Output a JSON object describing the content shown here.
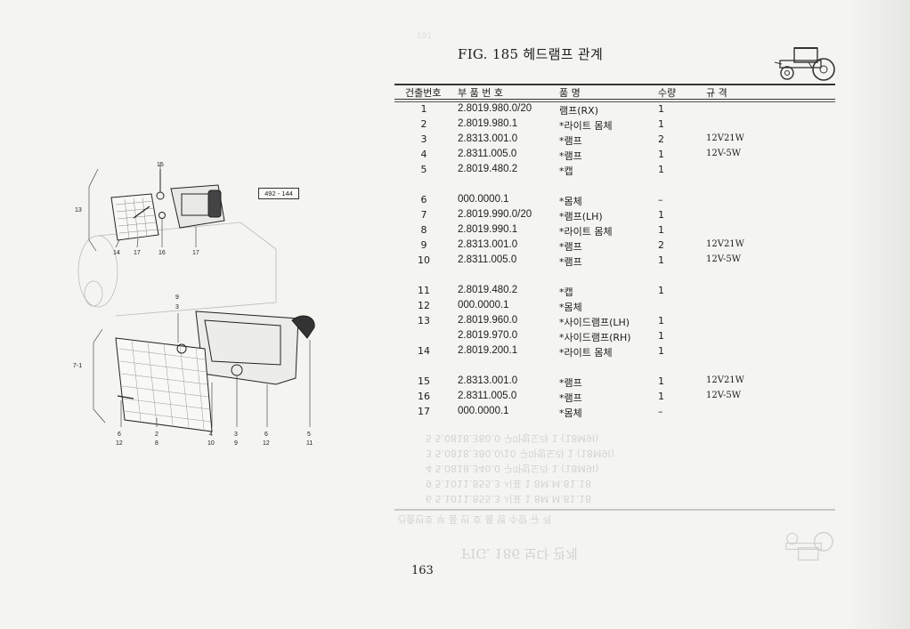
{
  "title": "FIG. 185 헤드램프 관계",
  "ref_code": "492 - 144",
  "page_number": "163",
  "table": {
    "headers": {
      "no": "건출번호",
      "part_no": "부 품 번 호",
      "name": "품      명",
      "qty": "수량",
      "spec": "규              격"
    },
    "rows": [
      {
        "no": "1",
        "part_no": "2.8019.980.0/20",
        "name": "램프(RX)",
        "qty": "1",
        "spec": ""
      },
      {
        "no": "2",
        "part_no": "2.8019.980.1",
        "name": "*라이트 몸체",
        "qty": "1",
        "spec": ""
      },
      {
        "no": "3",
        "part_no": "2.8313.001.0",
        "name": "*램프",
        "qty": "2",
        "spec": "12V21W"
      },
      {
        "no": "4",
        "part_no": "2.8311.005.0",
        "name": "*램프",
        "qty": "1",
        "spec": "12V-5W"
      },
      {
        "no": "5",
        "part_no": "2.8019.480.2",
        "name": "*캡",
        "qty": "1",
        "spec": ""
      },
      {
        "no": "6",
        "part_no": "000.0000.1",
        "name": "*몸체",
        "qty": "–",
        "spec": ""
      },
      {
        "no": "7",
        "part_no": "2.8019.990.0/20",
        "name": "*램프(LH)",
        "qty": "1",
        "spec": ""
      },
      {
        "no": "8",
        "part_no": "2.8019.990.1",
        "name": "*라이트 몸체",
        "qty": "1",
        "spec": ""
      },
      {
        "no": "9",
        "part_no": "2.8313.001.0",
        "name": "*램프",
        "qty": "2",
        "spec": "12V21W"
      },
      {
        "no": "10",
        "part_no": "2.8311.005.0",
        "name": "*램프",
        "qty": "1",
        "spec": "12V-5W"
      },
      {
        "no": "11",
        "part_no": "2.8019.480.2",
        "name": "*캡",
        "qty": "1",
        "spec": ""
      },
      {
        "no": "12",
        "part_no": "000.0000.1",
        "name": "*몸체",
        "qty": "",
        "spec": ""
      },
      {
        "no": "13",
        "part_no": "2.8019.960.0",
        "name": "*사이드램프(LH)",
        "qty": "1",
        "spec": ""
      },
      {
        "no": "",
        "part_no": "2.8019.970.0",
        "name": "*사이드램프(RH)",
        "qty": "1",
        "spec": ""
      },
      {
        "no": "14",
        "part_no": "2.8019.200.1",
        "name": "*라이트 몸체",
        "qty": "1",
        "spec": ""
      },
      {
        "no": "15",
        "part_no": "2.8313.001.0",
        "name": "*램프",
        "qty": "1",
        "spec": "12V21W"
      },
      {
        "no": "16",
        "part_no": "2.8311.005.0",
        "name": "*램프",
        "qty": "1",
        "spec": "12V-5W"
      },
      {
        "no": "17",
        "part_no": "000.0000.1",
        "name": "*몸체",
        "qty": "–",
        "spec": ""
      }
    ]
  },
  "ghost_rows": [
    "6   5.1011.855.3   시표        1   8M.M.81.18",
    "9   5.1011.855.3   시표        1   8M.M.81.18",
    "4   5.0818.340.0   구마방도라    1   (18M9I)",
    "3   5.0818.380.0/10 구마방도라   1   (18M9I)",
    "5   5.0818.380.0   구마방도라    1   (18M9I)"
  ],
  "ghost_header": "건출번호  부 품 번 호      품      명       수량     규     격",
  "ghost_title": "FIG. 186 보다 관계",
  "diagram_labels": {
    "upper": [
      "15",
      "13",
      "14",
      "17",
      "16",
      "17"
    ],
    "lower": [
      "9",
      "3",
      "7-1",
      "6",
      "2",
      "4",
      "3",
      "6",
      "5",
      "12",
      "8",
      "10",
      "9",
      "12",
      "11"
    ]
  }
}
